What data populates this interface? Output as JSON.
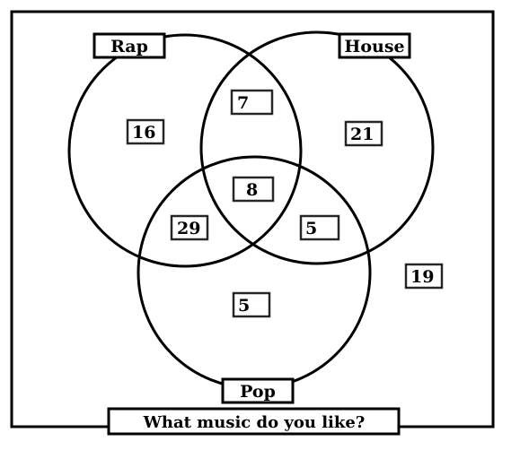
{
  "diagram": {
    "sets": {
      "rap": "Rap",
      "house": "House",
      "pop": "Pop"
    },
    "regions": {
      "rap_only": "16",
      "rap_house": "7",
      "house_only": "21",
      "all_three": "8",
      "rap_pop": "29",
      "house_pop": "5",
      "pop_only": "5",
      "outside": "19"
    },
    "question": "What music do you like?",
    "colors": {
      "stroke": "#000000",
      "box_shadow": "#9a9a9a",
      "background": "#ffffff"
    }
  }
}
